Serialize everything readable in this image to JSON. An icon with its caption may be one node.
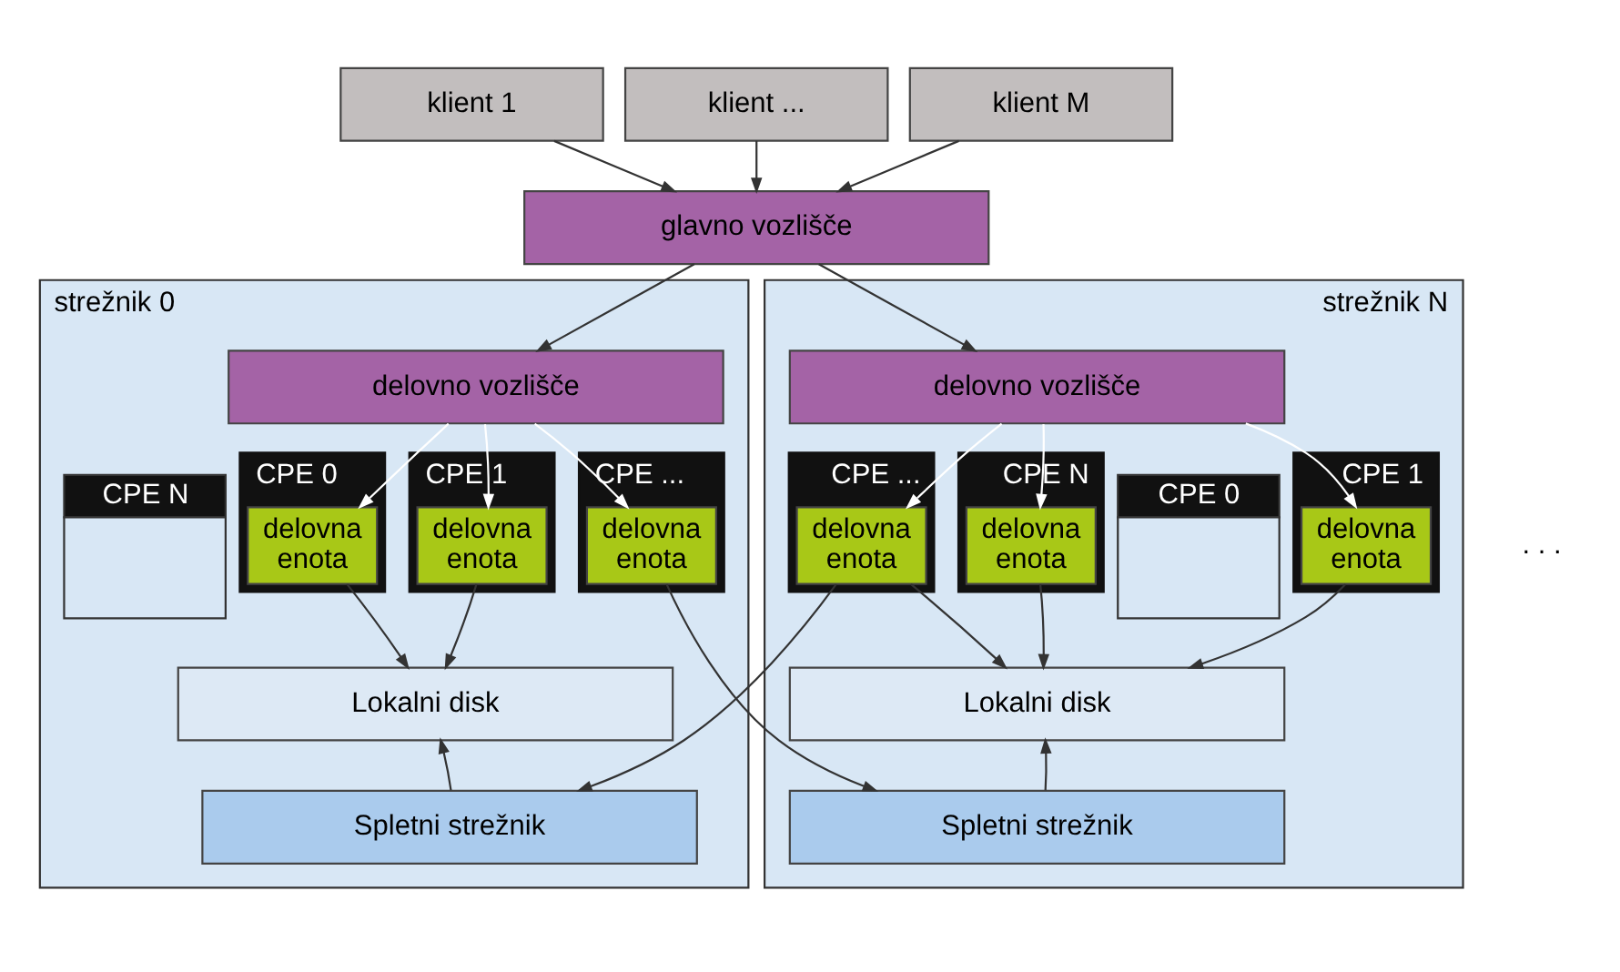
{
  "diagram": {
    "nodes": [
      {
        "text": [
          "klient 1"
        ]
      },
      {
        "text": [
          "klient ..."
        ]
      },
      {
        "text": [
          "klient M"
        ]
      },
      {
        "text": [
          "glavno vozlišče"
        ]
      },
      {
        "text": [
          "strežnik 0"
        ]
      },
      {
        "text": [
          "delovno vozlišče"
        ],
        "in": 4
      },
      {
        "text": [
          "CPE 0"
        ],
        "in": 4
      },
      {
        "text": [
          "delovna enota"
        ],
        "in": 6
      },
      {
        "text": [
          "CPE 1"
        ],
        "in": 4
      },
      {
        "text": [
          "delovna enota"
        ],
        "in": 8
      },
      {
        "text": [
          "CPE ..."
        ],
        "in": 4
      },
      {
        "text": [
          "delovna enota"
        ],
        "in": 10
      },
      {
        "text": [
          "CPE N"
        ],
        "in": 4
      },
      {
        "text": [
          "Lokalni disk"
        ],
        "in": 4
      },
      {
        "text": [
          "Spletni strežnik"
        ],
        "in": 4
      },
      {
        "text": [
          "strežnik N"
        ]
      },
      {
        "text": [
          "delovno vozlišče"
        ],
        "in": 15
      },
      {
        "text": [
          "CPE 0"
        ],
        "in": 15
      },
      {
        "text": [
          "CPE 1"
        ],
        "in": 15
      },
      {
        "text": [
          "delovna enota"
        ],
        "in": 18
      },
      {
        "text": [
          "CPE ..."
        ],
        "in": 15
      },
      {
        "text": [
          "delovna enota"
        ],
        "in": 20
      },
      {
        "text": [
          "CPE N"
        ],
        "in": 15
      },
      {
        "text": [
          "delovna enota"
        ],
        "in": 22
      },
      {
        "text": [
          "Lokalni disk"
        ],
        "in": 15
      },
      {
        "text": [
          "Spletni strežnik"
        ],
        "in": 15
      }
    ],
    "edges": [
      {
        "from": 0,
        "to": 3,
        "arrow": "to"
      },
      {
        "from": 1,
        "to": 3,
        "arrow": "to"
      },
      {
        "from": 2,
        "to": 3,
        "arrow": "to"
      },
      {
        "from": 3,
        "to": 5,
        "arrow": "to"
      },
      {
        "from": 3,
        "to": 16,
        "arrow": "to"
      },
      {
        "from": 5,
        "to": 7,
        "arrow": "to",
        "color": "#ffffff"
      },
      {
        "from": 5,
        "to": 9,
        "arrow": "to",
        "color": "#ffffff"
      },
      {
        "from": 5,
        "to": 11,
        "arrow": "to",
        "color": "#ffffff"
      },
      {
        "from": 7,
        "to": 13,
        "arrow": "to"
      },
      {
        "from": 9,
        "to": 13,
        "arrow": "to"
      },
      {
        "from": 11,
        "to": 25,
        "arrow": "to"
      },
      {
        "from": 14,
        "to": 13,
        "arrow": "to"
      },
      {
        "from": 16,
        "to": 19,
        "arrow": "to",
        "color": "#ffffff"
      },
      {
        "from": 16,
        "to": 21,
        "arrow": "to",
        "color": "#ffffff"
      },
      {
        "from": 16,
        "to": 23,
        "arrow": "to",
        "color": "#ffffff"
      },
      {
        "from": 19,
        "to": 24,
        "arrow": "to"
      },
      {
        "from": 21,
        "to": 24,
        "arrow": "to"
      },
      {
        "from": 23,
        "to": 24,
        "arrow": "to"
      },
      {
        "from": 21,
        "to": 14,
        "arrow": "to"
      },
      {
        "from": 25,
        "to": 24,
        "arrow": "to"
      }
    ],
    "labels": [
      ". . ."
    ]
  }
}
